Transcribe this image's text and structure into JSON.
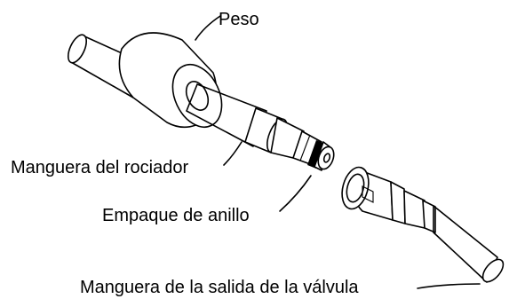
{
  "labels": {
    "weight": "Peso",
    "sprayer_hose": "Manguera del rociador",
    "o_ring": "Empaque de anillo",
    "valve_outlet_hose": "Manguera de la salida de la válvula"
  },
  "colors": {
    "line": "#000000",
    "background": "#ffffff"
  }
}
